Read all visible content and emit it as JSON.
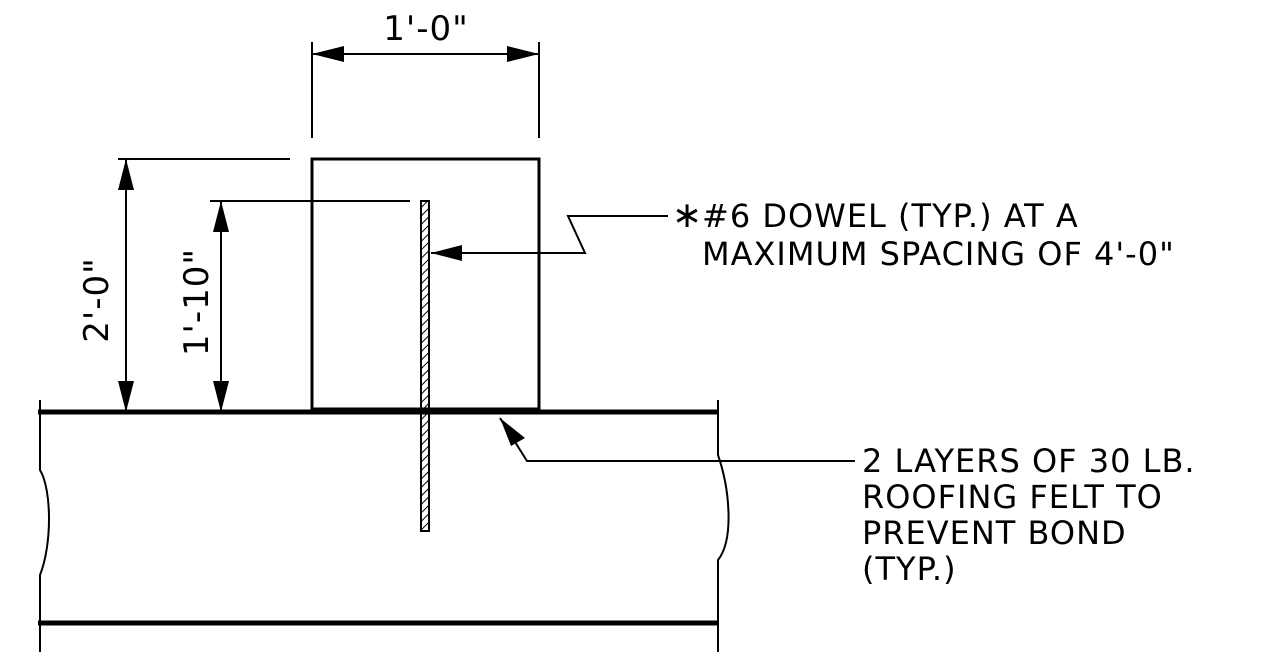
{
  "dimensions": {
    "top_width": "1'-0\"",
    "left_outer_height": "2'-0\"",
    "left_inner_height": "1'-10\""
  },
  "notes": {
    "dowel": {
      "symbol": "∗",
      "line1": "#6 DOWEL (TYP.) AT A",
      "line2": "MAXIMUM SPACING OF 4'-0\""
    },
    "felt": {
      "line1": "2 LAYERS OF 30 LB.",
      "line2": "ROOFING FELT TO",
      "line3": "PREVENT BOND",
      "line4": "(TYP.)"
    }
  },
  "colors": {
    "line": "#000000",
    "background": "#ffffff"
  }
}
